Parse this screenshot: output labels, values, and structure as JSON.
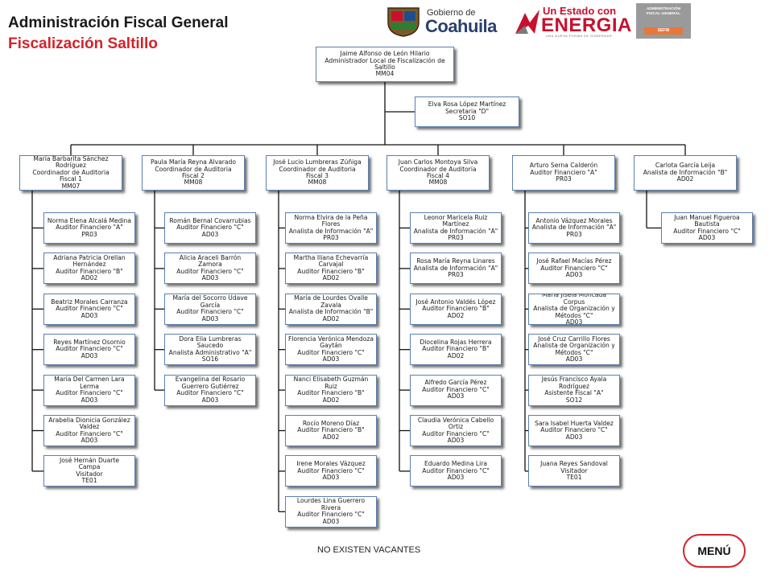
{
  "header": {
    "title": "Administración Fiscal General",
    "subtitle": "Fiscalización Saltillo"
  },
  "logos": {
    "coahuila": {
      "gobierno": "Gobierno de",
      "name": "Coahuila"
    },
    "energia": {
      "top": "Un Estado con",
      "main": "ENERGIA",
      "tagline": "UNA NUEVA FORMA DE GOBERNAR"
    },
    "sefin": {
      "lines": [
        "ADMINISTRACIÓN",
        "FISCAL GENERAL"
      ],
      "tag": "SEFIN"
    }
  },
  "org": {
    "head": {
      "lines": [
        "Jaime Alfonso de León Hilario",
        "Administrador Local de Fiscalización de",
        "Saltillo",
        "MM04"
      ]
    },
    "assistant": {
      "lines": [
        "Elva Rosa López Martínez",
        "Secretaria \"D\"",
        "SO10"
      ]
    },
    "columns": [
      {
        "lead": {
          "lines": [
            "María Barbarita Sánchez",
            "Rodríguez",
            "Coordinador de Auditoria",
            "Fiscal 1",
            "MM07"
          ]
        },
        "members": [
          {
            "lines": [
              "Norma Elena Alcalá Medina",
              "Auditor Financiero \"A\"",
              "PR03"
            ]
          },
          {
            "lines": [
              "Adriana Patricia Orellan",
              "Hernández",
              "Auditor Financiero \"B\"",
              "AD02"
            ]
          },
          {
            "lines": [
              "Beatriz Morales Carranza",
              "Auditor Financiero \"C\"",
              "AD03"
            ]
          },
          {
            "lines": [
              "Reyes Martínez Osornio",
              "Auditor Financiero \"C\"",
              "AD03"
            ]
          },
          {
            "lines": [
              "María Del Carmen Lara",
              "Lerma",
              "Auditor Financiero \"C\"",
              "AD03"
            ]
          },
          {
            "lines": [
              "Arabella Dionicia González",
              "Valdez",
              "Auditor Financiero \"C\"",
              "AD03"
            ]
          },
          {
            "lines": [
              "José Hernán Duarte",
              "Campa",
              "Visitador",
              "TE01"
            ]
          }
        ]
      },
      {
        "lead": {
          "lines": [
            "Paula María Reyna Alvarado",
            "Coordinador de Auditoria",
            "Fiscal 2",
            "MM08"
          ]
        },
        "members": [
          {
            "lines": [
              "Román Bernal Covarrubias",
              "Auditor Financiero \"C\"",
              "AD03"
            ]
          },
          {
            "lines": [
              "Alicia Araceli Barrón Zamora",
              "Auditor Financiero \"C\"",
              "AD03"
            ]
          },
          {
            "lines": [
              "María del Socorro Udave",
              "García",
              "Auditor Financiero \"C\"",
              "AD03"
            ]
          },
          {
            "lines": [
              "Dora Elia Lumbreras",
              "Saucedo",
              "Analista Administrativo \"A\"",
              "SO16"
            ]
          },
          {
            "lines": [
              "Evangelina del Rosario",
              "Guerrero Gutiérrez",
              "Auditor Financiero \"C\"",
              "AD03"
            ]
          }
        ]
      },
      {
        "lead": {
          "lines": [
            "José Lucio Lumbreras Zúñiga",
            "Coordinador de Auditoria",
            "Fiscal 3",
            "MM08"
          ]
        },
        "members": [
          {
            "lines": [
              "Norma Elvira de la Peña",
              "Flores",
              "Analista de Información \"A\"",
              "PR03"
            ]
          },
          {
            "lines": [
              "Martha Iliana Echevarría",
              "Carvajal",
              "Auditor Financiero \"B\"",
              "AD02"
            ]
          },
          {
            "lines": [
              "María de Lourdes Ovalle",
              "Zavala",
              "Analista de Información \"B\"",
              "AD02"
            ]
          },
          {
            "lines": [
              "Florencia Verónica Mendoza",
              "Gaytán",
              "Auditor Financiero \"C\"",
              "AD03"
            ]
          },
          {
            "lines": [
              "Nanci Elisabeth Guzmán",
              "Ruiz",
              "Auditor Financiero \"B\"",
              "AD02"
            ]
          },
          {
            "lines": [
              "Rocío Moreno Díaz",
              "Auditor Financiero \"B\"",
              "AD02"
            ]
          },
          {
            "lines": [
              "Irene Morales Vázquez",
              "Auditor Financiero \"C\"",
              "AD03"
            ]
          },
          {
            "lines": [
              "Lourdes Lina Guerrero",
              "Rivera",
              "Auditor Financiero \"C\"",
              "AD03"
            ]
          }
        ]
      },
      {
        "lead": {
          "lines": [
            "Juan Carlos Montoya Silva",
            "Coordinador de Auditoria",
            "Fiscal 4",
            "MM08"
          ]
        },
        "members": [
          {
            "lines": [
              "Leonor Maricela Ruiz",
              "Martínez",
              "Analista de Información \"A\"",
              "PR03"
            ]
          },
          {
            "lines": [
              "Rosa María Reyna Linares",
              "Analista de Información \"A\"",
              "PR03"
            ]
          },
          {
            "lines": [
              "José Antonio Valdés López",
              "Auditor Financiero \"B\"",
              "AD02"
            ]
          },
          {
            "lines": [
              "Diocelina Rojas Herrera",
              "Auditor Financiero \"B\"",
              "AD02"
            ]
          },
          {
            "lines": [
              "Alfredo García Pérez",
              "Auditor Financiero \"C\"",
              "AD03"
            ]
          },
          {
            "lines": [
              "Claudia Verónica Cabello",
              "Ortiz",
              "Auditor Financiero \"C\"",
              "AD03"
            ]
          },
          {
            "lines": [
              "Eduardo Medina Lira",
              "Auditor Financiero \"C\"",
              "AD03"
            ]
          }
        ]
      },
      {
        "lead": {
          "lines": [
            "Arturo Serna Calderón",
            "Auditor Financiero \"A\"",
            "PR03"
          ]
        },
        "members": [
          {
            "lines": [
              "Antonio Vázquez Morales",
              "Analista de Información \"A\"",
              "PR03"
            ]
          },
          {
            "lines": [
              "José Rafael Macías Pérez",
              "Auditor Financiero \"C\"",
              "AD03"
            ]
          },
          {
            "lines": [
              "María Jisela Moncada Corpus",
              "Analista de Organización y",
              "Métodos \"C\"",
              "AD03"
            ]
          },
          {
            "lines": [
              "José Cruz Carrillo Flores",
              "Analista de Organización y",
              "Métodos \"C\"",
              "AD03"
            ]
          },
          {
            "lines": [
              "Jesús Francisco Ayala",
              "Rodríguez",
              "Asistente Fiscal \"A\"",
              "SO12"
            ]
          },
          {
            "lines": [
              "Sara Isabel Huerta Valdez",
              "Auditor Financiero \"C\"",
              "AD03"
            ]
          },
          {
            "lines": [
              "Juana Reyes Sandoval",
              "Visitador",
              "TE01"
            ]
          }
        ]
      },
      {
        "lead": {
          "lines": [
            "Carlota García Leija",
            "Analista de Información \"B\"",
            "AD02"
          ]
        },
        "members": [
          {
            "lines": [
              "Juan Manuel Figueroa",
              "Bautista",
              "Auditor Financiero \"C\"",
              "AD03"
            ]
          }
        ]
      }
    ]
  },
  "footer": {
    "note": "NO EXISTEN VACANTES"
  },
  "menu_button": {
    "label": "MENÚ"
  },
  "colors": {
    "title": "#1a1a1a",
    "subtitle": "#d2232a",
    "box_border": "#5b7fb0",
    "menu_border": "#d2232a"
  }
}
